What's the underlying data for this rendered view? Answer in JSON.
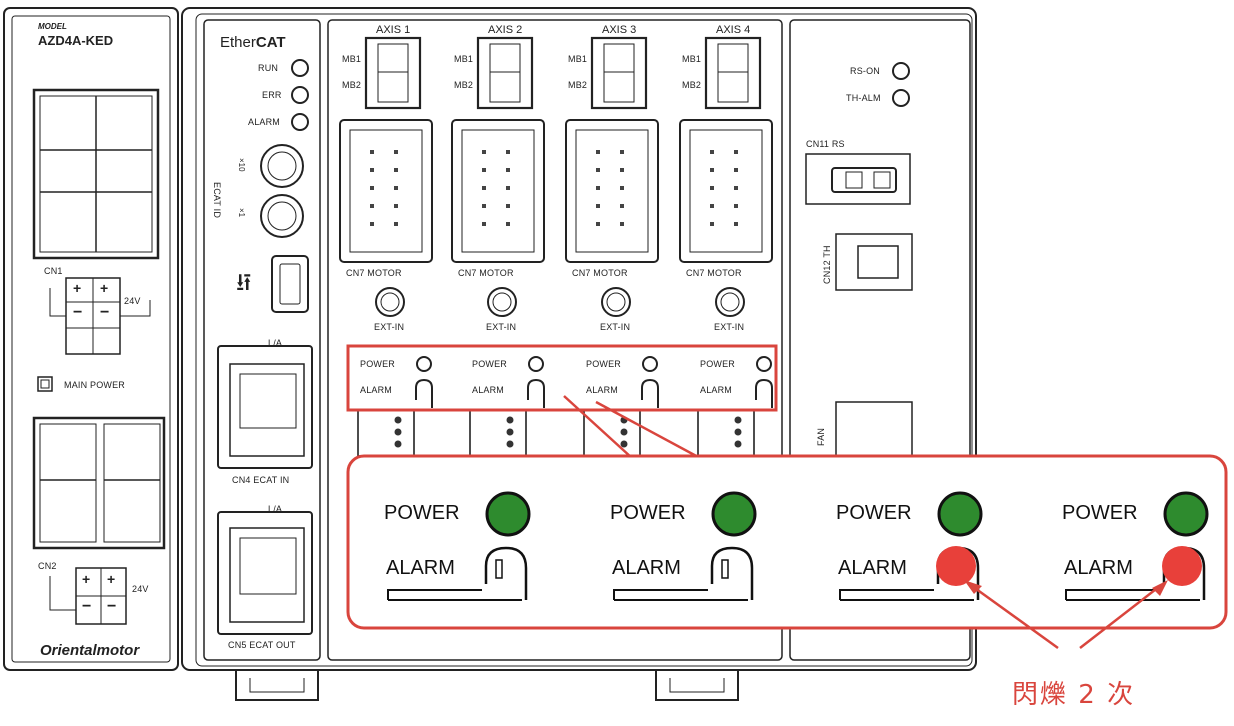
{
  "model": {
    "label": "MODEL",
    "name": "AZD4A-KED"
  },
  "brand": {
    "logo": "Orientalmotor"
  },
  "left_unit": {
    "cn1": "CN1",
    "cn1_voltage": "24V",
    "main_power": "MAIN POWER",
    "cn2": "CN2",
    "cn2_voltage": "24V",
    "plus": "+",
    "minus": "−"
  },
  "comm_unit": {
    "ethercat": {
      "text": "Ether",
      "bold": "CAT"
    },
    "leds": [
      "RUN",
      "ERR",
      "ALARM"
    ],
    "ecat_id": "ECAT ID",
    "x10": "×10",
    "x1": "×1",
    "la": "L/A",
    "cn4": "CN4 ECAT IN",
    "cn5": "CN5 ECAT OUT"
  },
  "axes": [
    {
      "title": "AXIS 1",
      "mb1": "MB1",
      "mb2": "MB2",
      "motor": "CN7 MOTOR",
      "ext": "EXT-IN",
      "power": "POWER",
      "alarm": "ALARM"
    },
    {
      "title": "AXIS 2",
      "mb1": "MB1",
      "mb2": "MB2",
      "motor": "CN7 MOTOR",
      "ext": "EXT-IN",
      "power": "POWER",
      "alarm": "ALARM"
    },
    {
      "title": "AXIS 3",
      "mb1": "MB1",
      "mb2": "MB2",
      "motor": "CN7 MOTOR",
      "ext": "EXT-IN",
      "power": "POWER",
      "alarm": "ALARM"
    },
    {
      "title": "AXIS 4",
      "mb1": "MB1",
      "mb2": "MB2",
      "motor": "CN7 MOTOR",
      "ext": "EXT-IN",
      "power": "POWER",
      "alarm": "ALARM"
    }
  ],
  "right_unit": {
    "rs_on": "RS-ON",
    "th_alm": "TH-ALM",
    "cn11": "CN11 RS",
    "cn12": "CN12 TH",
    "cn13": "FAN"
  },
  "zoom": {
    "groups": [
      {
        "power": "POWER",
        "alarm": "ALARM",
        "power_color": "#2e8b2e",
        "alarm_on": false
      },
      {
        "power": "POWER",
        "alarm": "ALARM",
        "power_color": "#2e8b2e",
        "alarm_on": false
      },
      {
        "power": "POWER",
        "alarm": "ALARM",
        "power_color": "#2e8b2e",
        "alarm_on": true,
        "alarm_color": "#e8403a"
      },
      {
        "power": "POWER",
        "alarm": "ALARM",
        "power_color": "#2e8b2e",
        "alarm_on": true,
        "alarm_color": "#e8403a"
      }
    ]
  },
  "annotation": {
    "text": "閃爍 2 次",
    "color": "#d9453d"
  },
  "colors": {
    "highlight": "#d9453d",
    "led_green": "#2e8b2e",
    "led_red": "#e8403a",
    "outline": "#222222"
  }
}
